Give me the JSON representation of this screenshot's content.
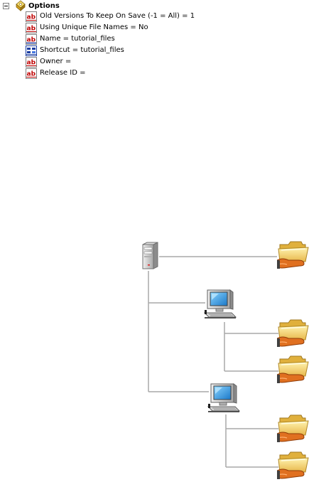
{
  "tree": {
    "root_label": "Options",
    "root_icon": "options-icon",
    "properties": [
      {
        "text": "Old Versions To Keep On Save (-1 = All) = 1",
        "icon": "text-property-icon"
      },
      {
        "text": "Using Unique File Names = No",
        "icon": "text-property-icon"
      },
      {
        "text": "Name = tutorial_files",
        "icon": "text-property-icon"
      },
      {
        "text": "Shortcut = tutorial_files",
        "icon": "shortcut-property-icon"
      },
      {
        "text": "Owner =",
        "icon": "text-property-icon"
      },
      {
        "text": "Release ID =",
        "icon": "text-property-icon"
      }
    ]
  },
  "diagram": {
    "nodes": [
      {
        "name": "server",
        "icon": "server-icon"
      },
      {
        "name": "folder-server-share",
        "icon": "shared-folder-icon"
      },
      {
        "name": "computer-1",
        "icon": "computer-icon"
      },
      {
        "name": "folder-computer-1-a",
        "icon": "shared-folder-icon"
      },
      {
        "name": "folder-computer-1-b",
        "icon": "shared-folder-icon"
      },
      {
        "name": "computer-2",
        "icon": "computer-icon"
      },
      {
        "name": "folder-computer-2-a",
        "icon": "shared-folder-icon"
      },
      {
        "name": "folder-computer-2-b",
        "icon": "shared-folder-icon"
      }
    ]
  },
  "colors": {
    "connector": "#a9a9a9",
    "folder_body": "#f4d878",
    "folder_shade": "#e0b03c",
    "hand": "#e07020",
    "screen": "#3aa0e0",
    "metal": "#c8c8c8",
    "text_icon_red": "#c00000"
  }
}
